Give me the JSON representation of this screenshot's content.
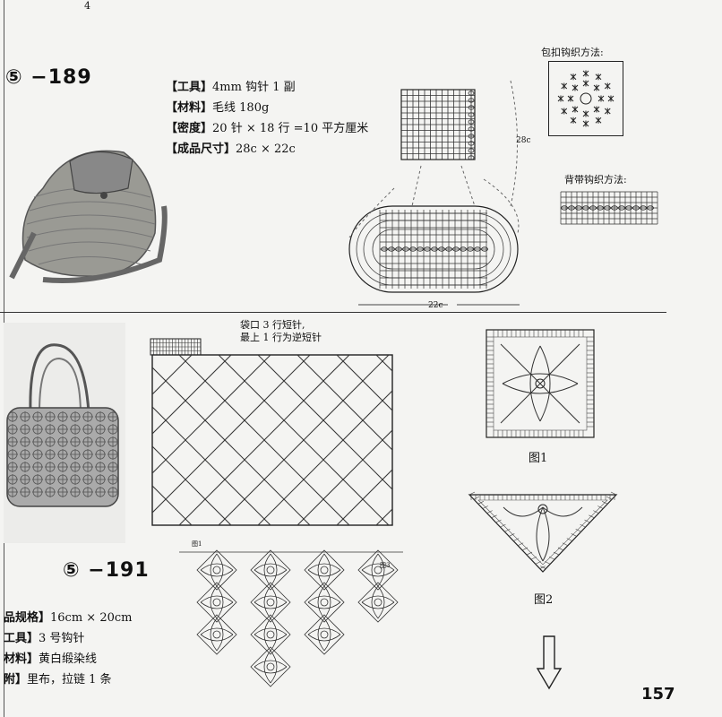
{
  "top_marker": "4",
  "project_189": {
    "number": "⑤ −189",
    "specs": [
      {
        "label": "【工具】",
        "value": "4mm 钩针 1 副"
      },
      {
        "label": "【材料】",
        "value": "毛线 180g"
      },
      {
        "label": "【密度】",
        "value": "20 针 × 18 行 =10 平方厘米"
      },
      {
        "label": "【成品尺寸】",
        "value": "28c × 22c"
      }
    ],
    "dim_height": "28c",
    "dim_width": "22c",
    "button_method_title": "包扣钩织方法:",
    "strap_method_title": "背带钩织方法:"
  },
  "project_191": {
    "number": "⑤ −191",
    "note_line1": "袋口 3 行短针,",
    "note_line2": "最上 1 行为逆短针",
    "fig1_caption": "图1",
    "fig2_caption": "图2",
    "fig_small_a": "图1",
    "fig_small_b": "图3",
    "specs": [
      {
        "label": "品规格】",
        "value": "16cm × 20cm"
      },
      {
        "label": "工具】",
        "value": "3 号钩针"
      },
      {
        "label": "材料】",
        "value": "黄白缎染线"
      },
      {
        "label": "附】",
        "value": "里布，拉链 1 条"
      }
    ]
  },
  "page_number": "157"
}
